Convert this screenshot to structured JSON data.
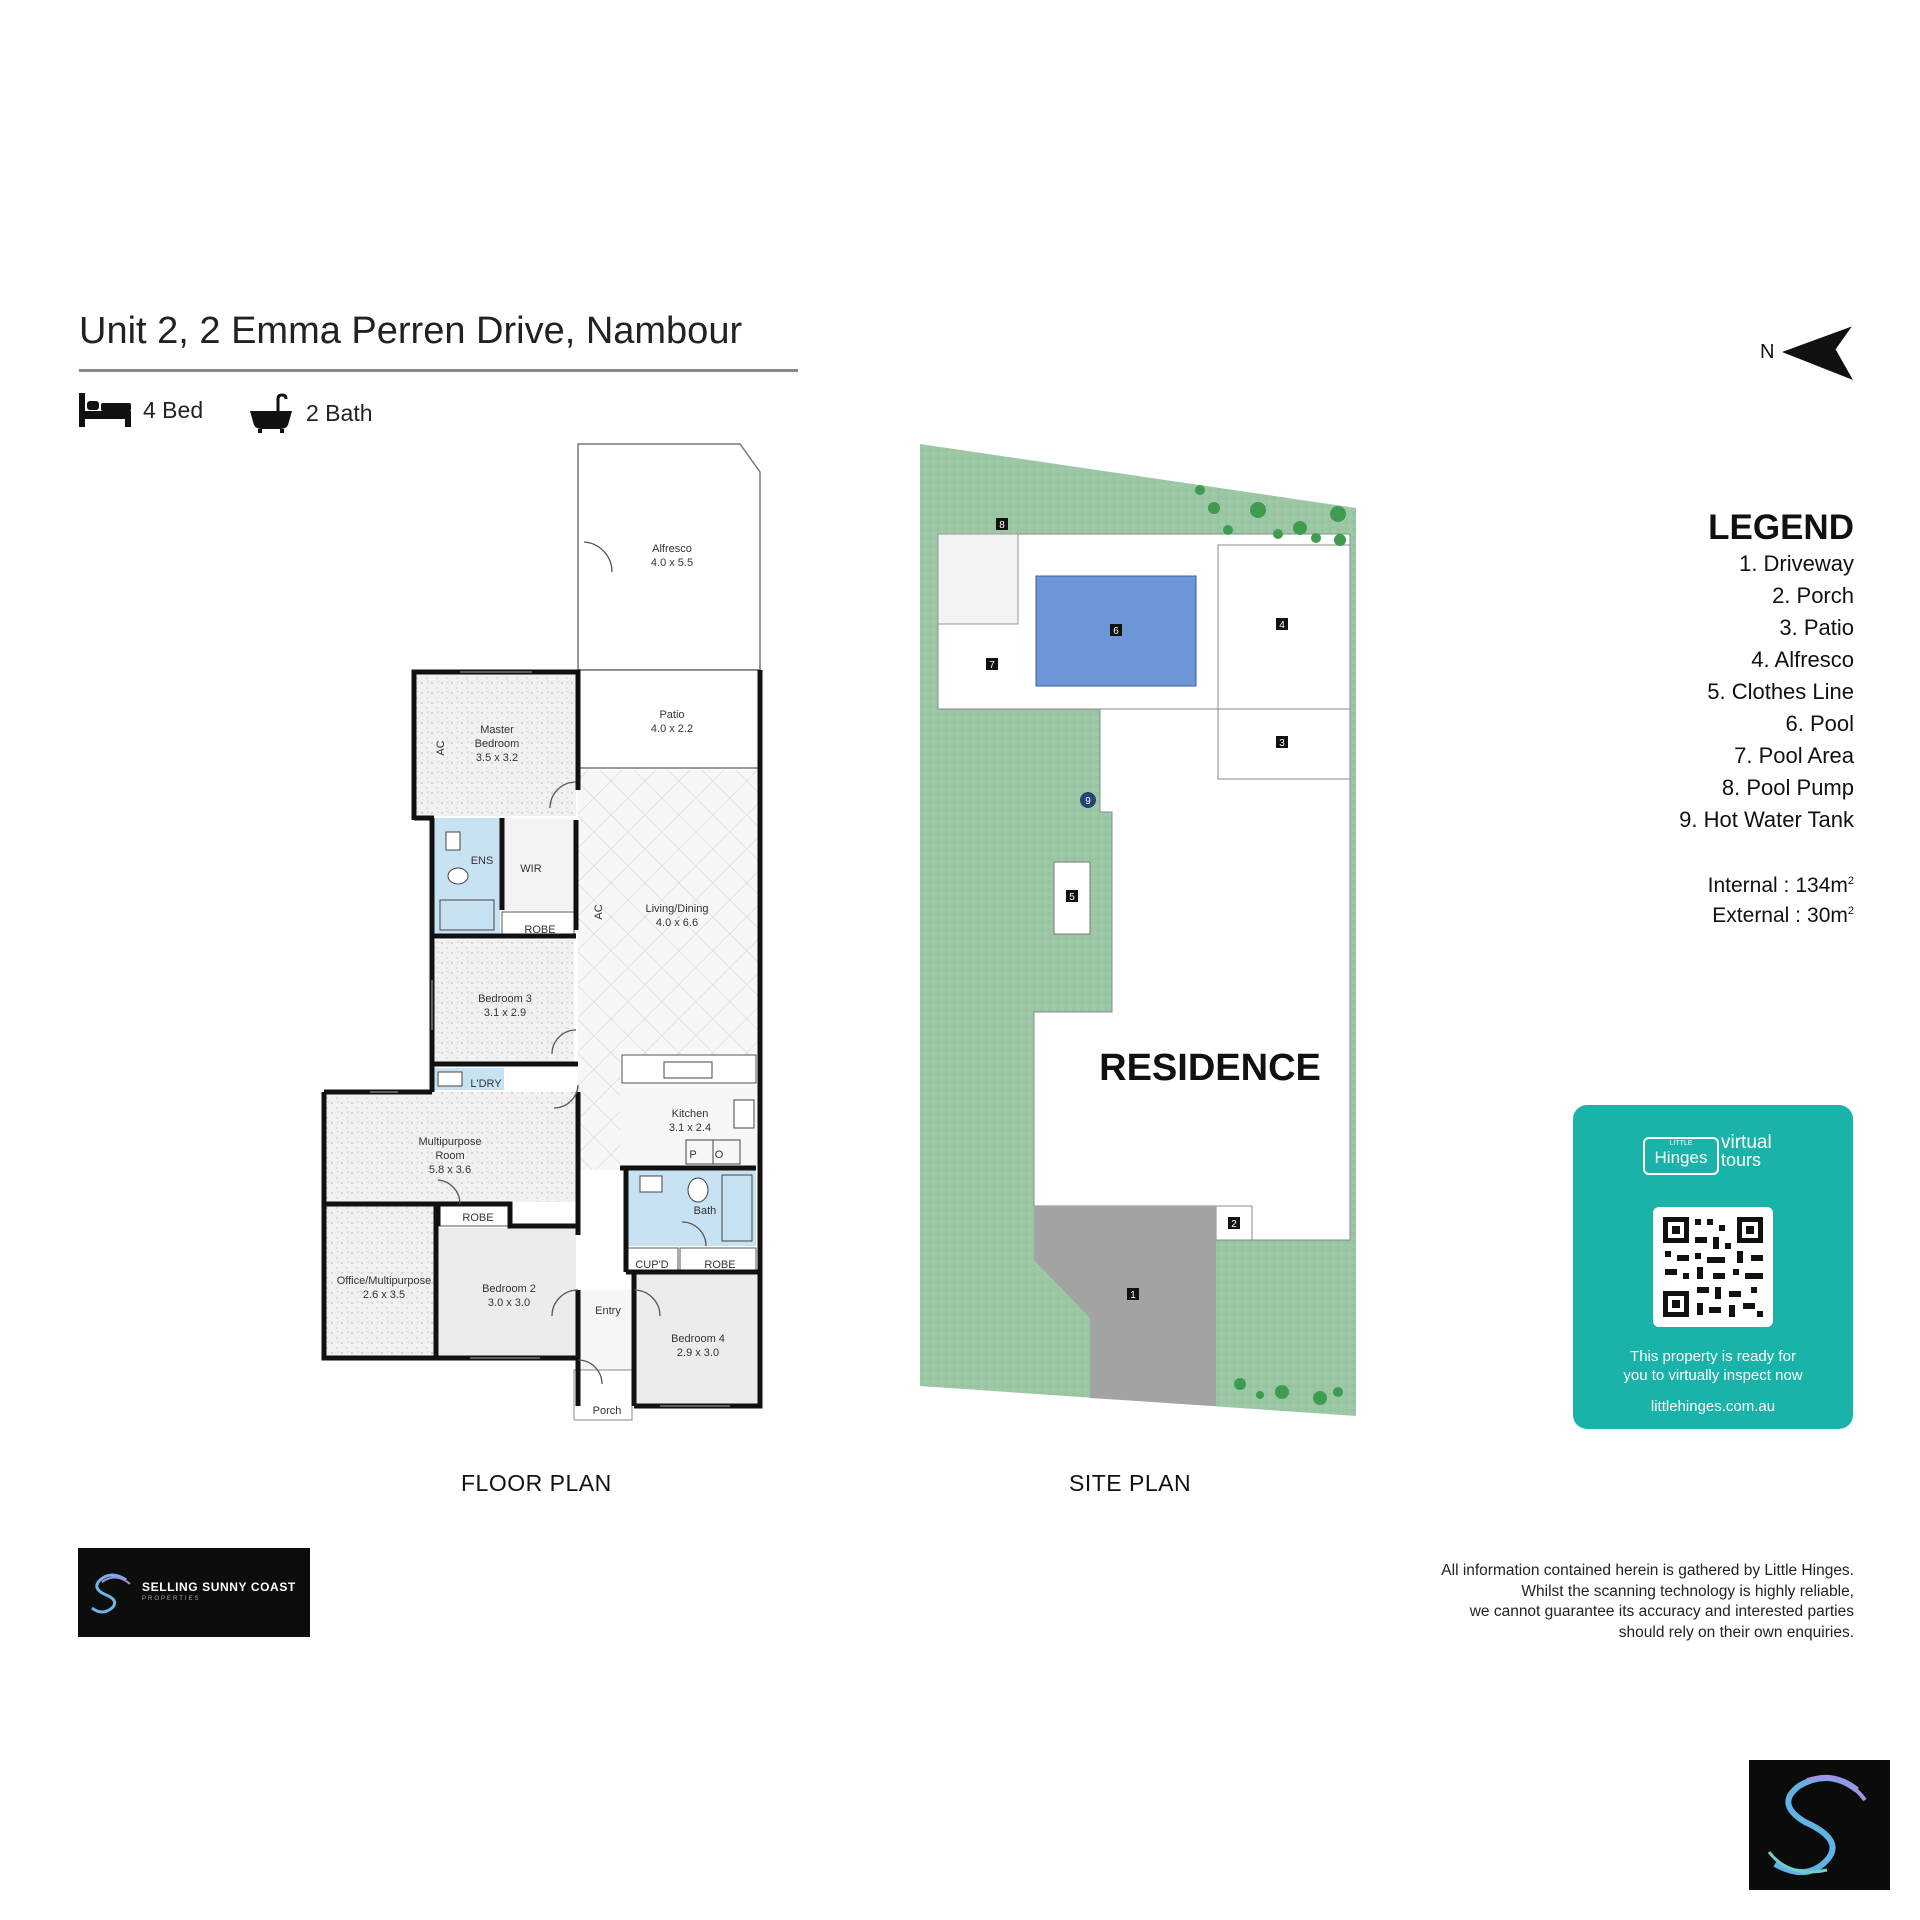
{
  "header": {
    "title": "Unit 2, 2 Emma Perren Drive, Nambour",
    "beds": "4 Bed",
    "baths": "2 Bath",
    "north_label": "N"
  },
  "legend": {
    "title": "LEGEND",
    "items": [
      "1. Driveway",
      "2. Porch",
      "3. Patio",
      "4. Alfresco",
      "5. Clothes Line",
      "6. Pool",
      "7. Pool Area",
      "8. Pool Pump",
      "9. Hot Water Tank"
    ],
    "internal_label": "Internal  :",
    "internal_value": "134m",
    "external_label": "External :",
    "external_value": "30m",
    "unit_exp": "2"
  },
  "floor_plan": {
    "label": "FLOOR PLAN",
    "rooms": {
      "alfresco": [
        "Alfresco",
        "4.0 x 5.5"
      ],
      "patio": [
        "Patio",
        "4.0 x 2.2"
      ],
      "master": [
        "Master",
        "Bedroom",
        "3.5 x 3.2"
      ],
      "living": [
        "Living/Dining",
        "4.0 x 6.6"
      ],
      "bed3": [
        "Bedroom 3",
        "3.1 x 2.9"
      ],
      "multi": [
        "Multipurpose",
        "Room",
        "5.8 x 3.6"
      ],
      "office": [
        "Office/Multipurpose",
        "2.6 x 3.5"
      ],
      "bed2": [
        "Bedroom 2",
        "3.0 x 3.0"
      ],
      "bed4": [
        "Bedroom 4",
        "2.9 x 3.0"
      ],
      "kitchen": [
        "Kitchen",
        "3.1 x 2.4"
      ]
    },
    "labels": {
      "ens": "ENS",
      "wir": "WIR",
      "robe": "ROBE",
      "ldry": "L'DRY",
      "bath": "Bath",
      "cupd": "CUP'D",
      "entry": "Entry",
      "porch": "Porch",
      "ac": "AC",
      "p": "P",
      "o": "O"
    }
  },
  "site_plan": {
    "label": "SITE PLAN",
    "residence": "RESIDENCE",
    "markers": [
      "1",
      "2",
      "3",
      "4",
      "5",
      "6",
      "7",
      "8",
      "9"
    ]
  },
  "virtual_tours": {
    "brand_small": "LITTLE",
    "brand": "Hinges",
    "word1": "virtual",
    "word2": "tours",
    "line1": "This property is ready for",
    "line2": "you to virtually inspect now",
    "url": "littlehinges.com.au"
  },
  "disclaimer": [
    "All information contained herein is gathered by Little Hinges.",
    "Whilst the scanning technology is highly reliable,",
    "we cannot guarantee its accuracy and interested parties",
    "should rely on their own enquiries."
  ],
  "agency": {
    "name": "SELLING SUNNY COAST",
    "sub": "PROPERTIES"
  },
  "colors": {
    "grass": "#9cc7a4",
    "pool": "#6d96d8",
    "driveway": "#a3a3a3",
    "wet_area": "#c7e2f3",
    "card": "#1ab3a9"
  }
}
